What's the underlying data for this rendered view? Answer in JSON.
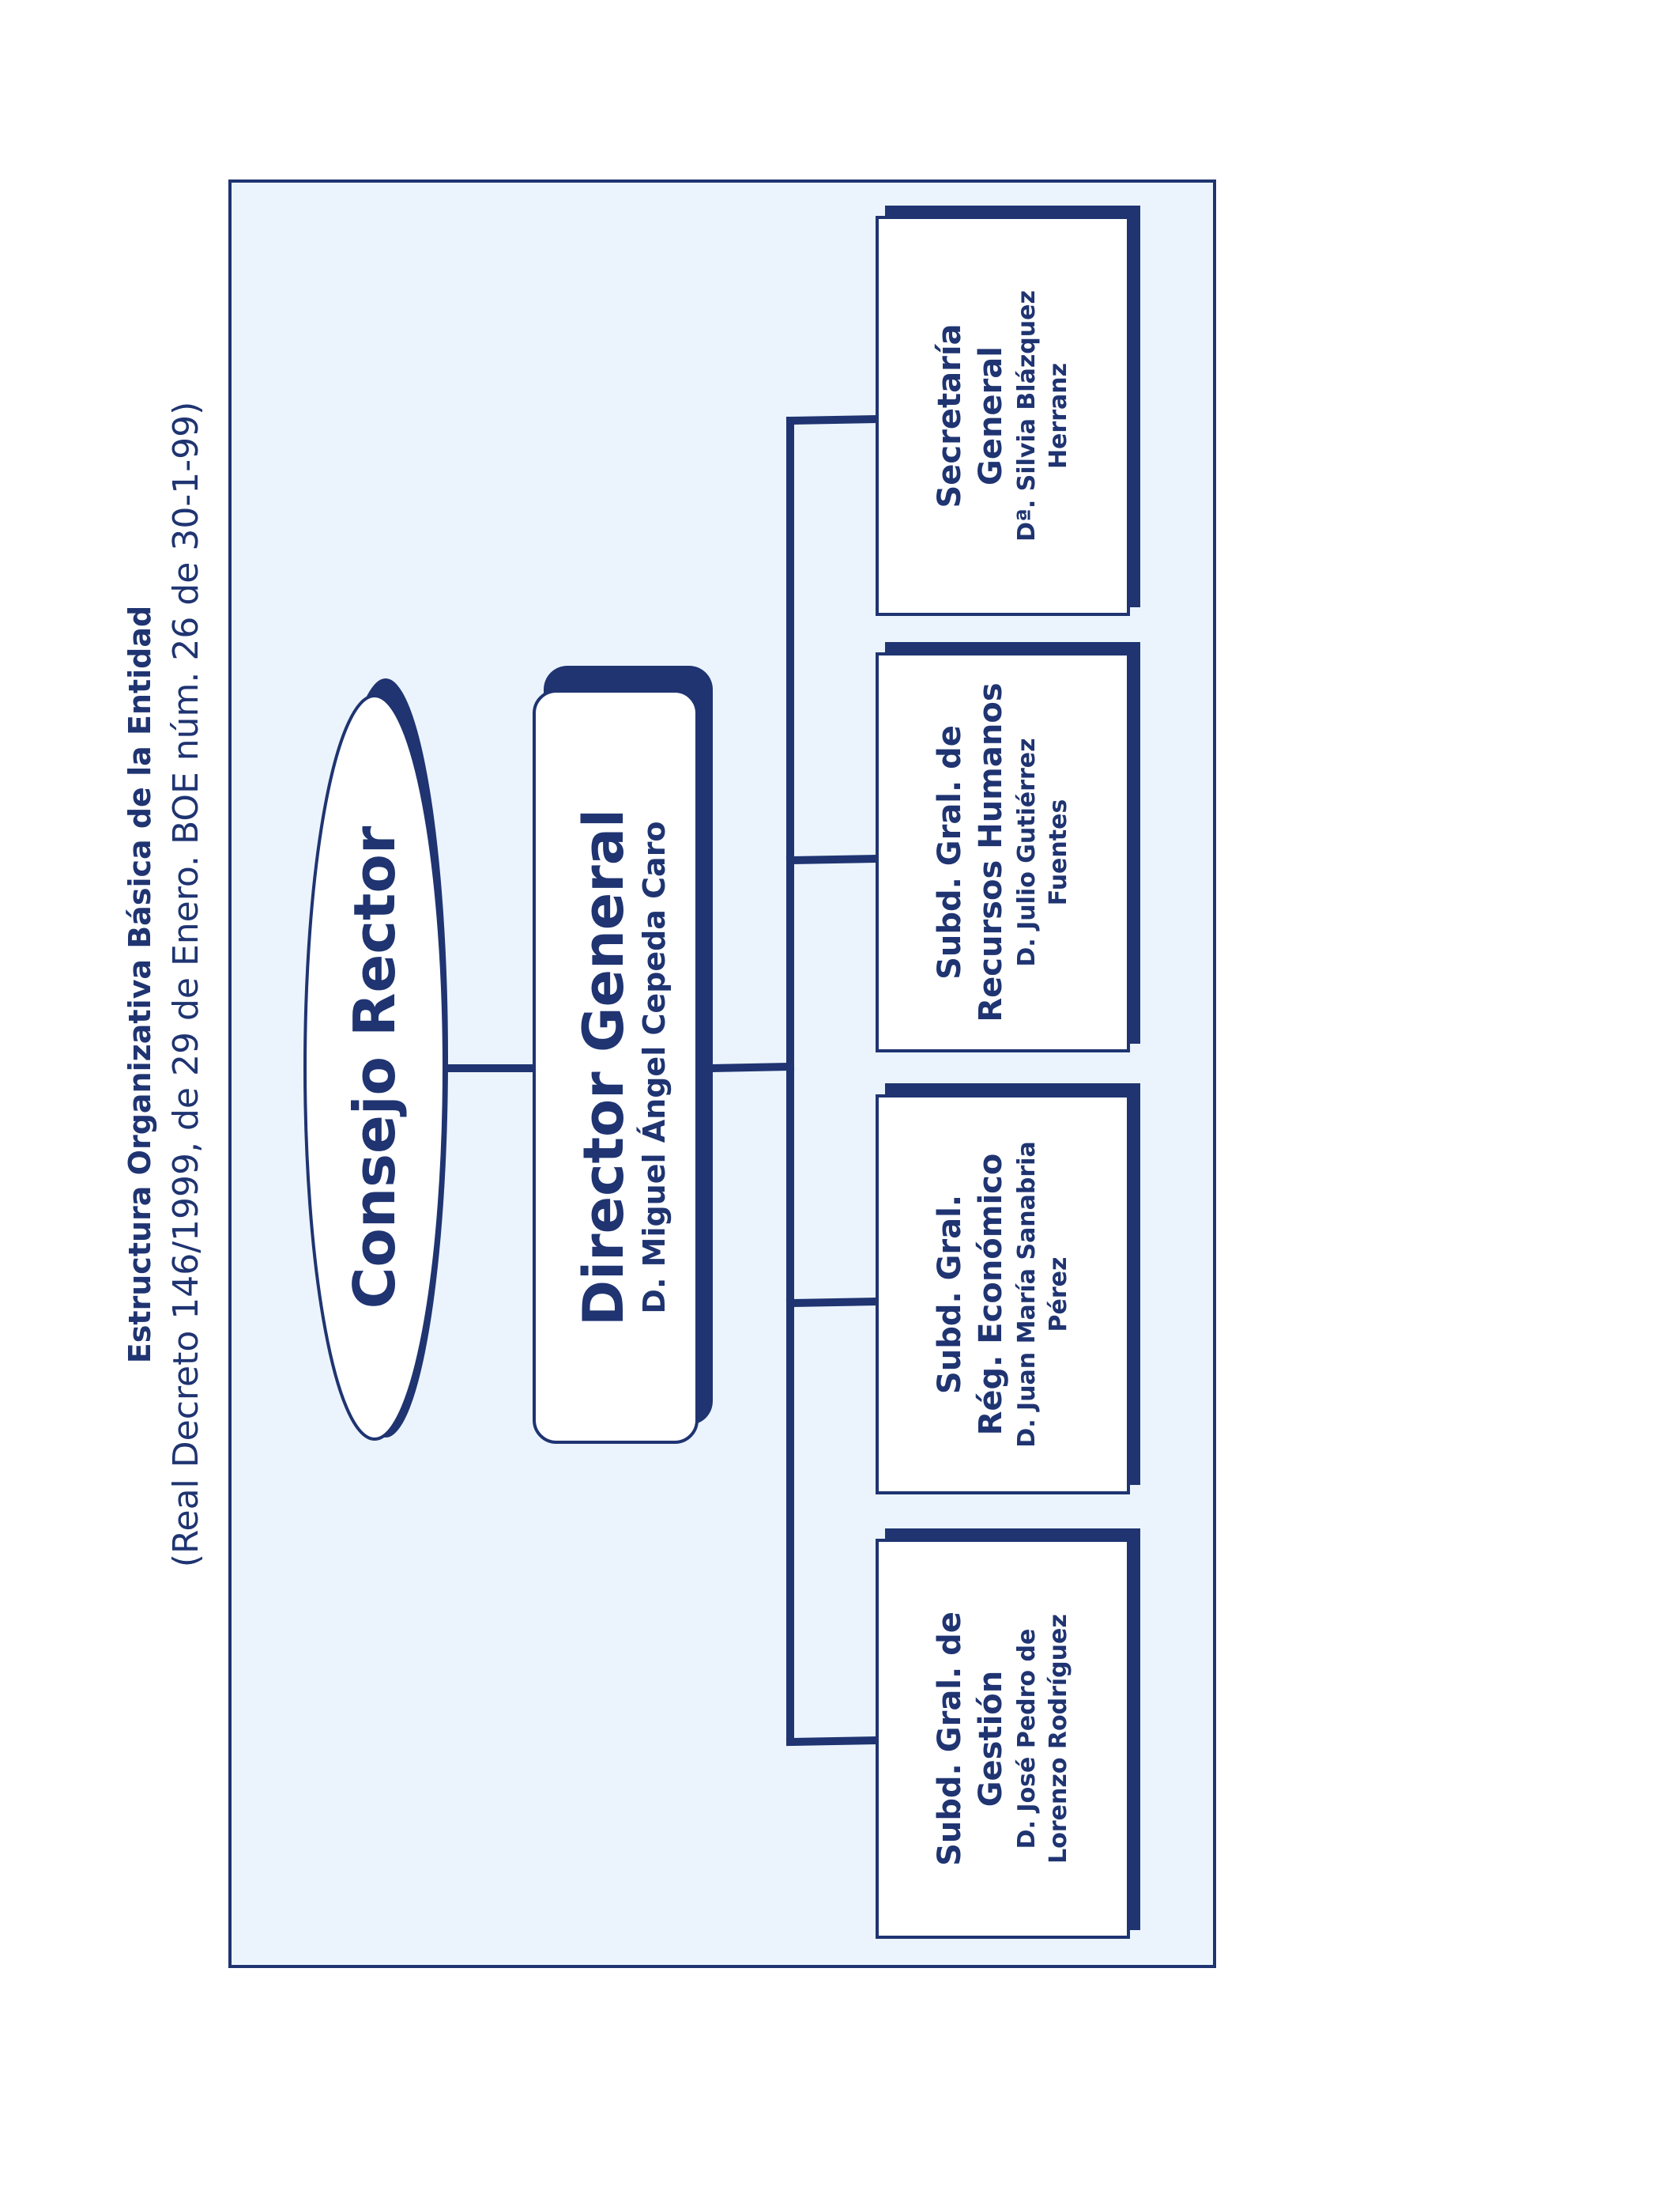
{
  "header": {
    "title": "Estructura Organizativa Básica de la Entidad",
    "subtitle": "(Real Decreto 146/1999, de 29 de Enero. BOE núm. 26 de 30-1-99)"
  },
  "org": {
    "council": {
      "label": "Consejo Rector"
    },
    "director": {
      "title": "Director General",
      "name": "D. Miguel Ángel Cepeda Caro"
    },
    "units": [
      {
        "title_lines": [
          "Secretaría",
          "General"
        ],
        "name_lines": [
          "Dª. Silvia Blázquez",
          "Herranz"
        ]
      },
      {
        "title_lines": [
          "Subd. Gral. de",
          "Recursos Humanos"
        ],
        "name_lines": [
          "D. Julio Gutiérrez",
          "Fuentes"
        ]
      },
      {
        "title_lines": [
          "Subd. Gral.",
          "Rég. Económico"
        ],
        "name_lines": [
          "D. Juan María Sanabria",
          "Pérez"
        ]
      },
      {
        "title_lines": [
          "Subd. Gral. de",
          "Gestión"
        ],
        "name_lines": [
          "D. José Pedro de",
          "Lorenzo Rodríguez"
        ]
      }
    ]
  },
  "colors": {
    "ink": "#1f3471",
    "panel": "#ebf4fd",
    "box": "#ffffff"
  }
}
